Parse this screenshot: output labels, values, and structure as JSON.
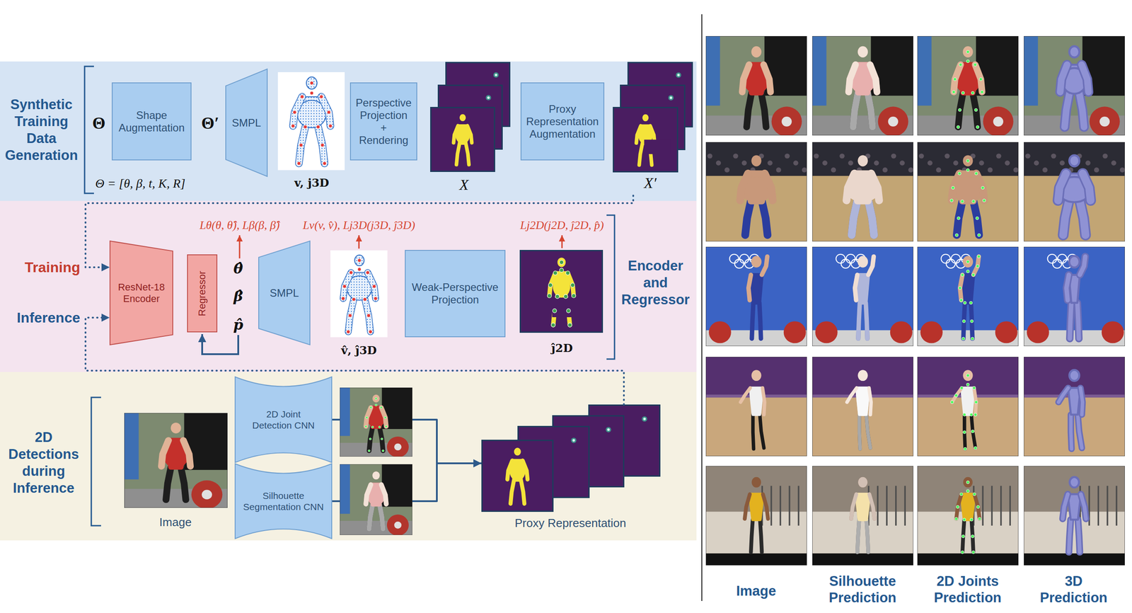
{
  "diagram": {
    "nodes": [
      {
        "text": [
          "Synthetic Training Data Generation"
        ]
      },
      {
        "text": [
          "Shape Augmentation"
        ],
        "in": 0
      },
      {
        "text": [
          "SMPL"
        ],
        "in": 0
      },
      {
        "text": [
          "Perspective Projection + Rendering"
        ],
        "in": 0
      },
      {
        "text": [
          "X"
        ],
        "in": 0
      },
      {
        "text": [
          "Proxy Representation Augmentation"
        ],
        "in": 0
      },
      {
        "text": [
          "X′"
        ],
        "in": 0
      },
      {
        "text": [
          "Encoder and Regressor"
        ]
      },
      {
        "text": [
          "ResNet-18 Encoder"
        ],
        "in": 7
      },
      {
        "text": [
          "Regressor"
        ],
        "in": 7
      },
      {
        "text": [
          "SMPL"
        ],
        "in": 7
      },
      {
        "text": [
          "Weak-Perspective Projection"
        ],
        "in": 7
      },
      {
        "text": [
          "2D Detections during Inference"
        ]
      },
      {
        "text": [
          "2D Joint Detection CNN"
        ],
        "in": 12
      },
      {
        "text": [
          "Silhouette Segmentation CNN"
        ],
        "in": 12
      },
      {
        "text": [
          "Proxy Representation"
        ],
        "in": 12
      }
    ],
    "edges": [
      {
        "from": 6,
        "to": 8,
        "arrow": "to"
      },
      {
        "from": 15,
        "to": 8,
        "arrow": "to"
      },
      {
        "from": 13,
        "to": 15,
        "arrow": "to"
      },
      {
        "from": 14,
        "to": 15,
        "arrow": "to"
      }
    ],
    "labels": [
      "Θ",
      "Θ′",
      "Θ = [θ, β, t, K, R]",
      "v, j3D",
      "Training",
      "Inference",
      "Lθ(θ, θ̂), Lβ(β, β̂)",
      "Lv(v, v̂), Lj3D(j3D, ĵ3D)",
      "Lj2D(j2D, ĵ2D, p̂)",
      "θ̂",
      "β̂",
      "p̂",
      "v̂, ĵ3D",
      "ĵ2D",
      "Image",
      "Image",
      "Silhouette Prediction",
      "2D Joints Prediction",
      "3D Prediction"
    ]
  }
}
